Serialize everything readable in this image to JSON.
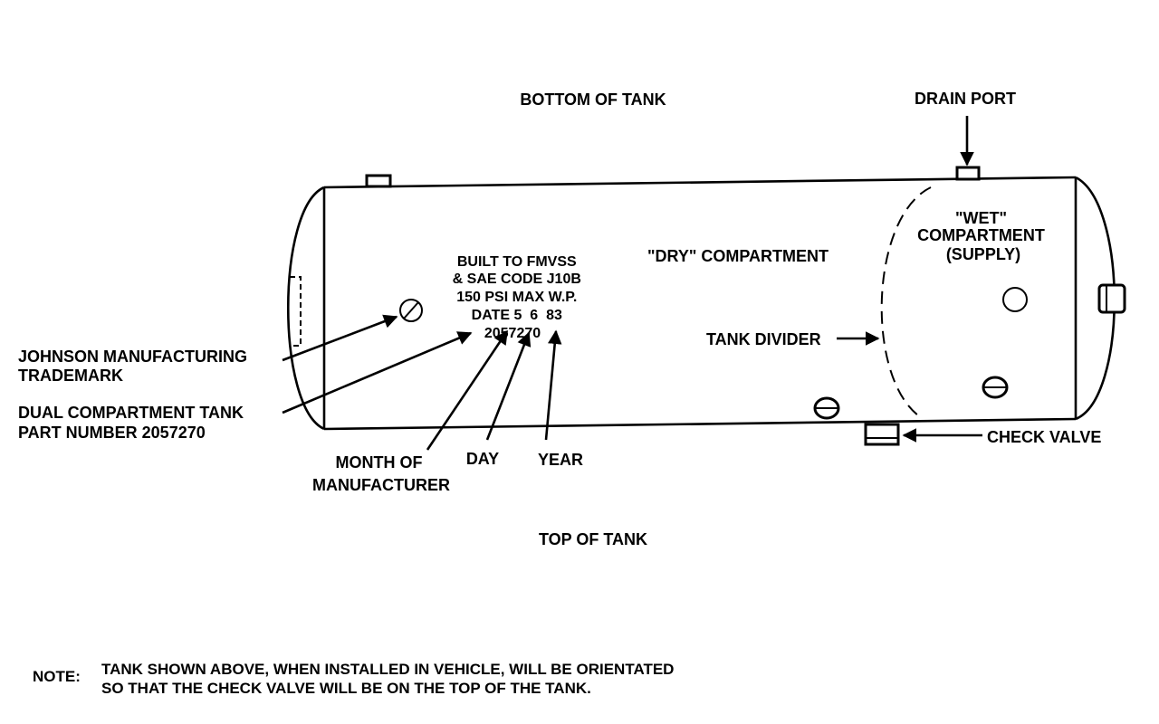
{
  "labels": {
    "bottom_of_tank": "BOTTOM OF TANK",
    "top_of_tank": "TOP OF TANK",
    "drain_port": "DRAIN PORT",
    "dry_compartment": "\"DRY\" COMPARTMENT",
    "wet_compartment": [
      "\"WET\"",
      "COMPARTMENT",
      "(SUPPLY)"
    ],
    "tank_divider": "TANK DIVIDER",
    "check_valve": "CHECK VALVE",
    "johnson_trademark": [
      "JOHNSON MANUFACTURING",
      "TRADEMARK"
    ],
    "part_number": [
      "DUAL COMPARTMENT TANK",
      "PART NUMBER 2057270"
    ],
    "month": [
      "MONTH OF",
      "MANUFACTURER"
    ],
    "day": "DAY",
    "year": "YEAR"
  },
  "stamp": {
    "lines": [
      "BUILT TO FMVSS",
      "& SAE CODE J10B",
      "150 PSI MAX W.P.",
      "DATE 5  6  83",
      "2057270"
    ]
  },
  "note": {
    "prefix": "NOTE:",
    "lines": [
      "TANK SHOWN ABOVE, WHEN INSTALLED IN VEHICLE, WILL BE ORIENTATED",
      "SO THAT THE CHECK VALVE WILL BE ON THE TOP OF THE TANK."
    ]
  }
}
